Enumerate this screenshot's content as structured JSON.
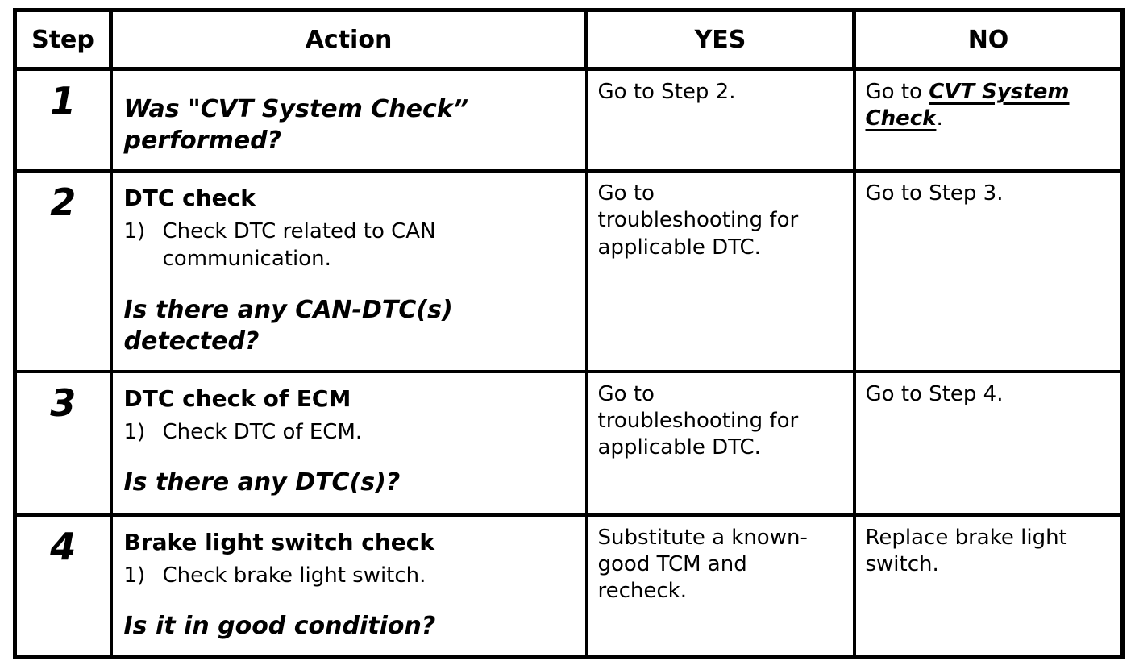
{
  "header": {
    "step": "Step",
    "action": "Action",
    "yes": "YES",
    "no": "NO"
  },
  "rows": [
    {
      "step": "1",
      "action": {
        "question": "Was \"CVT System Check”\nperformed?"
      },
      "yes": "Go to Step 2.",
      "no": {
        "prefix": "Go to ",
        "link": "CVT System\nCheck",
        "suffix": "."
      }
    },
    {
      "step": "2",
      "action": {
        "title": "DTC check",
        "items": [
          {
            "marker": "1)",
            "text": "Check DTC related to CAN\ncommunication."
          }
        ],
        "question": "Is there any CAN-DTC(s)\ndetected?"
      },
      "yes": "Go to\ntroubleshooting for\napplicable DTC.",
      "no": {
        "text": "Go to Step 3."
      }
    },
    {
      "step": "3",
      "action": {
        "title": "DTC check of ECM",
        "items": [
          {
            "marker": "1)",
            "text": "Check DTC of ECM."
          }
        ],
        "question": "Is there any DTC(s)?"
      },
      "yes": "Go to\ntroubleshooting for\napplicable DTC.",
      "no": {
        "text": "Go to Step 4."
      }
    },
    {
      "step": "4",
      "action": {
        "title": "Brake light switch check",
        "items": [
          {
            "marker": "1)",
            "text": "Check brake light switch."
          }
        ],
        "question": "Is it in good condition?"
      },
      "yes": "Substitute a known-\ngood TCM and\nrecheck.",
      "no": {
        "text": "Replace brake light\nswitch."
      }
    }
  ]
}
